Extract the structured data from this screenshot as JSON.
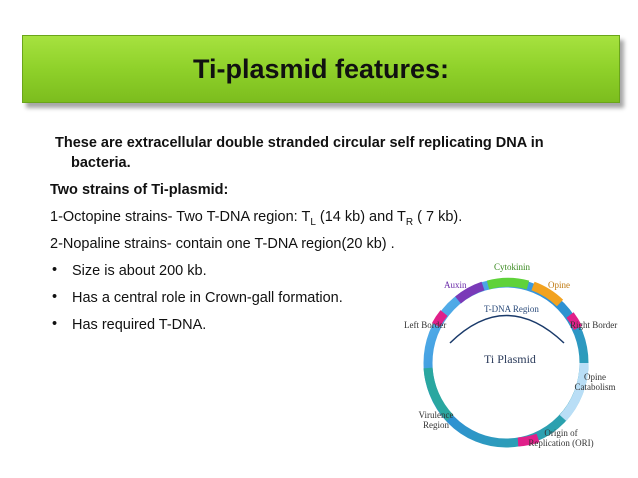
{
  "title": "Ti-plasmid features:",
  "intro_line1": "These are extracellular double stranded circular self replicating DNA in",
  "intro_line2": "bacteria.",
  "strains_heading": "Two strains of Ti-plasmid:",
  "octopine": {
    "prefix": "1-Octopine strains-  Two T-DNA region: T",
    "sub1": "L",
    "mid": " (14 kb) and T",
    "sub2": "R",
    "suffix": " ( 7 kb)."
  },
  "nopaline": "2-Nopaline strains- contain one T-DNA region(20 kb) .",
  "bullets": [
    "Size is about  200 kb.",
    "Has a central role in Crown-gall formation.",
    "Has required T-DNA."
  ],
  "bullet_glyph": "•",
  "diagram": {
    "center_label": "Ti Plasmid",
    "tdna_label": "T-DNA Region",
    "labels": {
      "cytokinin": "Cytokinin",
      "auxin": "Auxin",
      "opine": "Opine",
      "left_border": "Left Border",
      "right_border": "Right Border",
      "opine_catabolism": "Opine Catabolism",
      "virulence": "Virulence Region",
      "ori": "Origin of Replication (ORI)"
    },
    "colors": {
      "ring_blue": "#2f8fd8",
      "ring_light": "#8ec8f0",
      "ring_teal": "#2aa7a0",
      "cytokinin": "#5fd23a",
      "auxin": "#7a3ab8",
      "opine": "#f2a21f",
      "border": "#e0208a"
    }
  }
}
